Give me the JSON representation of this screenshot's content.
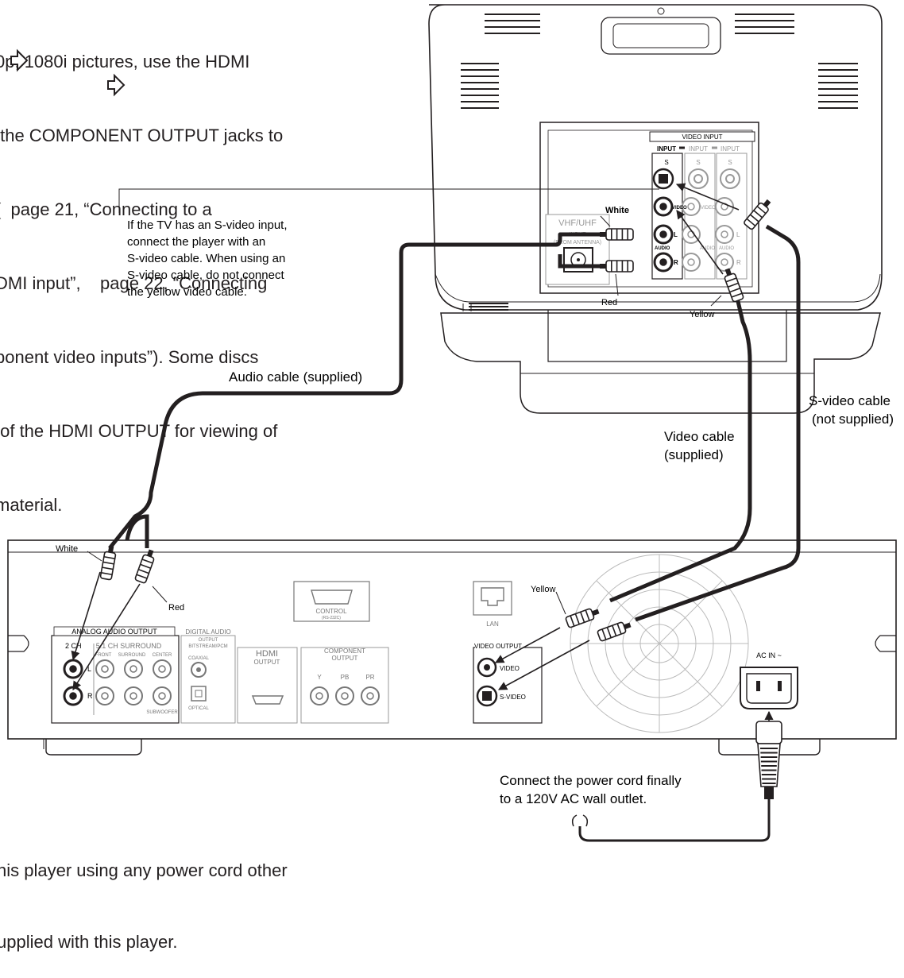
{
  "intro_text_lines": [
    "0p, 1080i pictures, use the HDMI",
    " the COMPONENT OUTPUT jacks to",
    "(  page 21, “Connecting to a",
    "DMI input”,    page 22, “Connecting",
    "ponent video inputs”). Some discs",
    " of the HDMI OUTPUT for viewing of",
    "material.",
    "."
  ],
  "bottom_text_lines": [
    "his player using any power cord other",
    "upplied with this player."
  ],
  "callouts": {
    "svideo_note": [
      "If the TV has an S-video input,",
      "connect the player with an",
      "S-video cable. When using an",
      "S-video cable, do not connect",
      "the yellow video cable."
    ],
    "audio_cable": "Audio cable (supplied)",
    "video_cable": [
      "Video cable",
      "(supplied)"
    ],
    "svideo_cable": [
      "S-video cable",
      "(not supplied)"
    ],
    "power_note": [
      "Connect the power cord finally",
      "to a 120V AC wall outlet."
    ]
  },
  "tv": {
    "video_input_title": "VIDEO INPUT",
    "input_labels": [
      "INPUT",
      "INPUT",
      "INPUT"
    ],
    "s_label": "S",
    "video_label": "VIDEO",
    "l_label": "L",
    "r_label": "R",
    "audio_label": "AUDIO",
    "antenna_title": "VHF/UHF",
    "antenna_sub": [
      "INPUT",
      "(FROM ANTENNA)"
    ],
    "plug_labels": {
      "white": "White",
      "red": "Red",
      "yellow": "Yellow"
    }
  },
  "player": {
    "analog_out_title": "ANALOG AUDIO OUTPUT",
    "two_ch": "2 CH",
    "surround_title": "5.1 CH SURROUND",
    "surround_cols": [
      "FRONT",
      "SURROUND",
      "CENTER"
    ],
    "subwoofer": "SUBWOOFER",
    "digital_title": [
      "DIGITAL AUDIO",
      "OUTPUT",
      "BITSTREAM/PCM"
    ],
    "coaxial": "COAXIAL",
    "optical": "OPTICAL",
    "hdmi": [
      "HDMI",
      "OUTPUT"
    ],
    "component": [
      "COMPONENT",
      "OUTPUT"
    ],
    "component_cols": [
      "Y",
      "PB",
      "PR"
    ],
    "control": [
      "CONTROL",
      "(RS-232C)"
    ],
    "lan": "LAN",
    "video_output_title": "VIDEO OUTPUT",
    "video": "VIDEO",
    "s_video": "S-VIDEO",
    "ac_in": "AC IN ~",
    "l_label": "L",
    "r_label": "R",
    "plug_labels": {
      "white": "White",
      "red": "Red",
      "yellow": "Yellow"
    }
  }
}
